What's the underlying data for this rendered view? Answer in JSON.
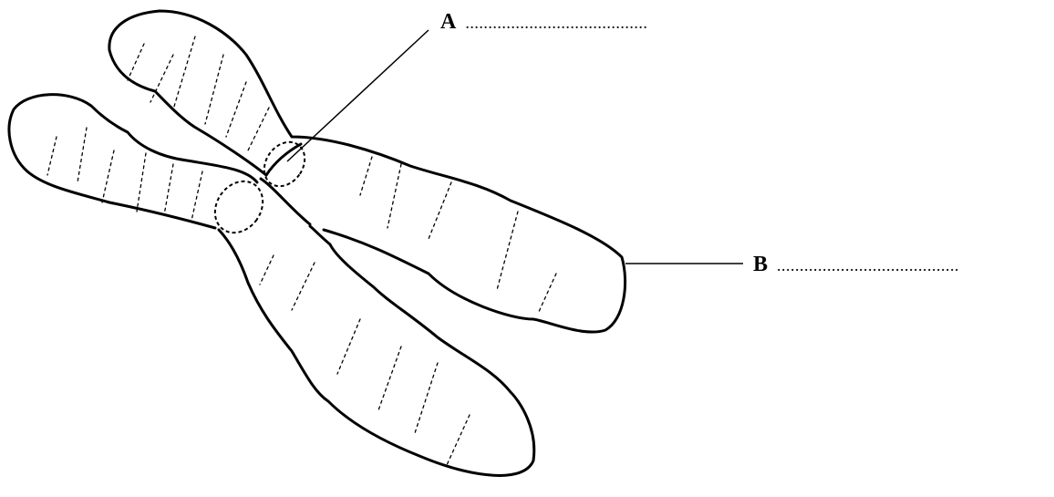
{
  "diagram": {
    "subject": "chromosome",
    "labels": [
      {
        "letter": "A",
        "answer_line": "........................................"
      },
      {
        "letter": "B",
        "answer_line": "........................................"
      }
    ]
  },
  "colors": {
    "stroke": "#000000",
    "background": "#ffffff"
  }
}
